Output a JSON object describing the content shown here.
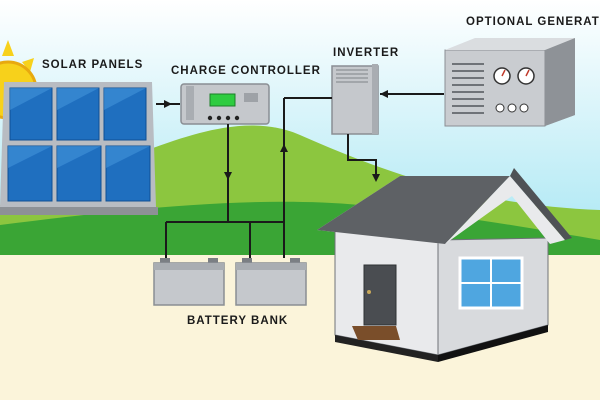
{
  "labels": {
    "solar_panels": "SOLAR PANELS",
    "charge_controller": "CHARGE CONTROLLER",
    "inverter": "INVERTER",
    "optional_generator": "OPTIONAL GENERATOR",
    "battery_bank": "BATTERY BANK"
  },
  "colors": {
    "sky_top": "#ffffff",
    "sky_bottom": "#a6e6f3",
    "hill_back": "#8cc63f",
    "hill_front": "#3aa535",
    "ground": "#fbf4da",
    "panel_cell": "#1f6fbf",
    "panel_frame": "#b8bcc2",
    "sun": "#f7d11b",
    "device": "#c5c8cc",
    "display": "#2ecc40",
    "house_wall": "#e9eaec",
    "roof": "#5e6165",
    "door": "#4a4d51",
    "window": "#4fa6e0",
    "wire": "#1a1a1a"
  },
  "icons": [
    "sun-icon",
    "solar-panel-icon",
    "charge-controller-icon",
    "inverter-icon",
    "generator-icon",
    "battery-icon",
    "house-icon"
  ]
}
